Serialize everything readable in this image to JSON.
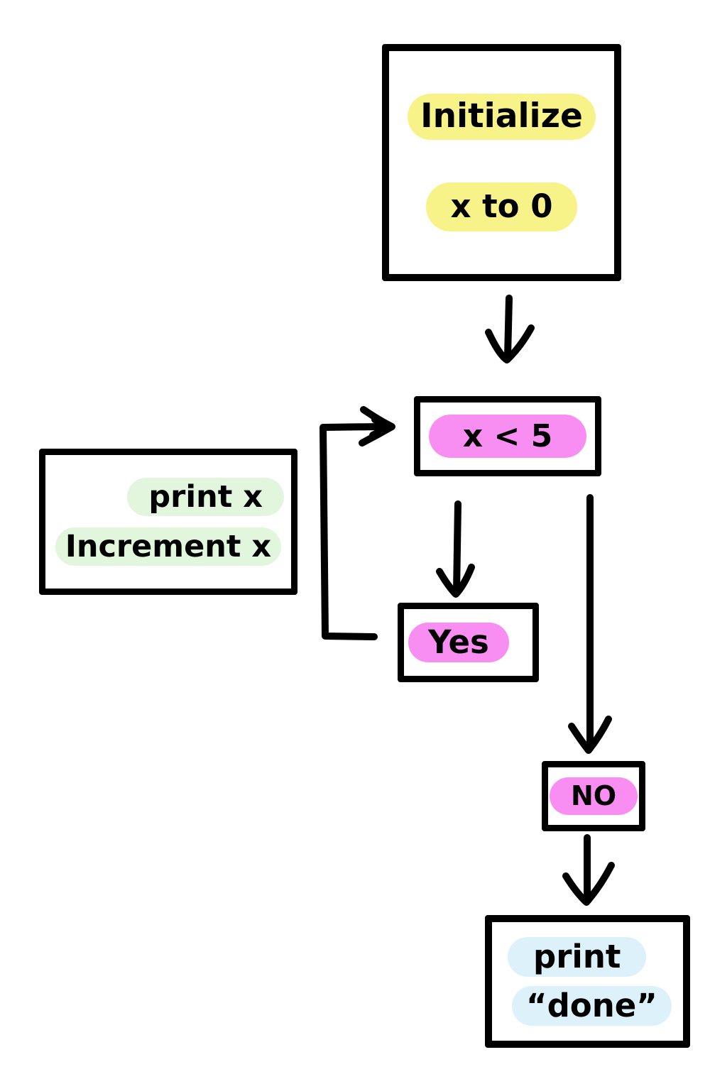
{
  "diagram": {
    "type": "flowchart",
    "style": "hand-drawn",
    "colors": {
      "highlight_yellow": "#f8f388",
      "highlight_pink": "#f98ef2",
      "highlight_green": "#e2f6dd",
      "highlight_blue": "#dcf1fa",
      "ink": "#000000",
      "background": "#ffffff"
    },
    "nodes": {
      "init": {
        "lines": [
          "Initialize",
          "x to 0"
        ],
        "highlight": "yellow"
      },
      "condition": {
        "label": "x < 5",
        "highlight": "pink"
      },
      "loop_body": {
        "lines": [
          "print x",
          "Increment x"
        ],
        "highlight": "green"
      },
      "yes": {
        "label": "Yes",
        "highlight": "pink"
      },
      "no": {
        "label": "NO",
        "highlight": "pink"
      },
      "done": {
        "lines": [
          "print",
          "“done”"
        ],
        "highlight": "blue"
      }
    },
    "edges": [
      {
        "from": "init",
        "to": "condition"
      },
      {
        "from": "condition",
        "to": "yes"
      },
      {
        "from": "yes",
        "to": "condition",
        "route": "loop-back-left"
      },
      {
        "from": "condition",
        "to": "no"
      },
      {
        "from": "no",
        "to": "done"
      }
    ]
  }
}
